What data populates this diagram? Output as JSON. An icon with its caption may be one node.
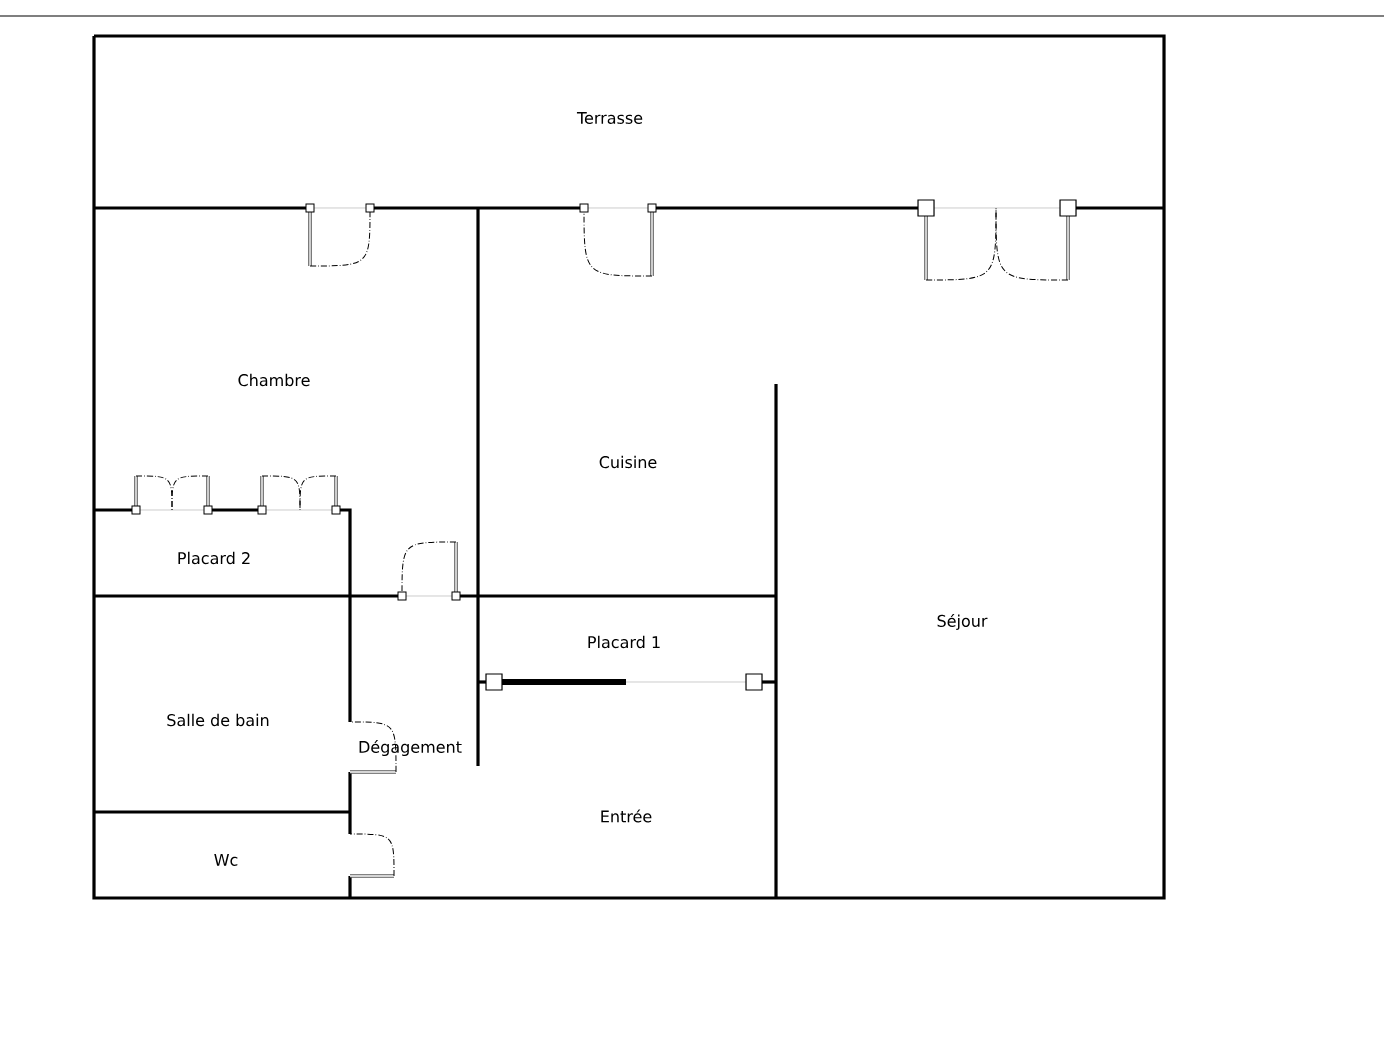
{
  "diagram": {
    "labels": [
      "Terrasse",
      "Chambre",
      "Cuisine",
      "Placard 2",
      "Séjour",
      "Placard 1",
      "Salle de bain",
      "Dégagement",
      "Entrée",
      "Wc"
    ]
  }
}
